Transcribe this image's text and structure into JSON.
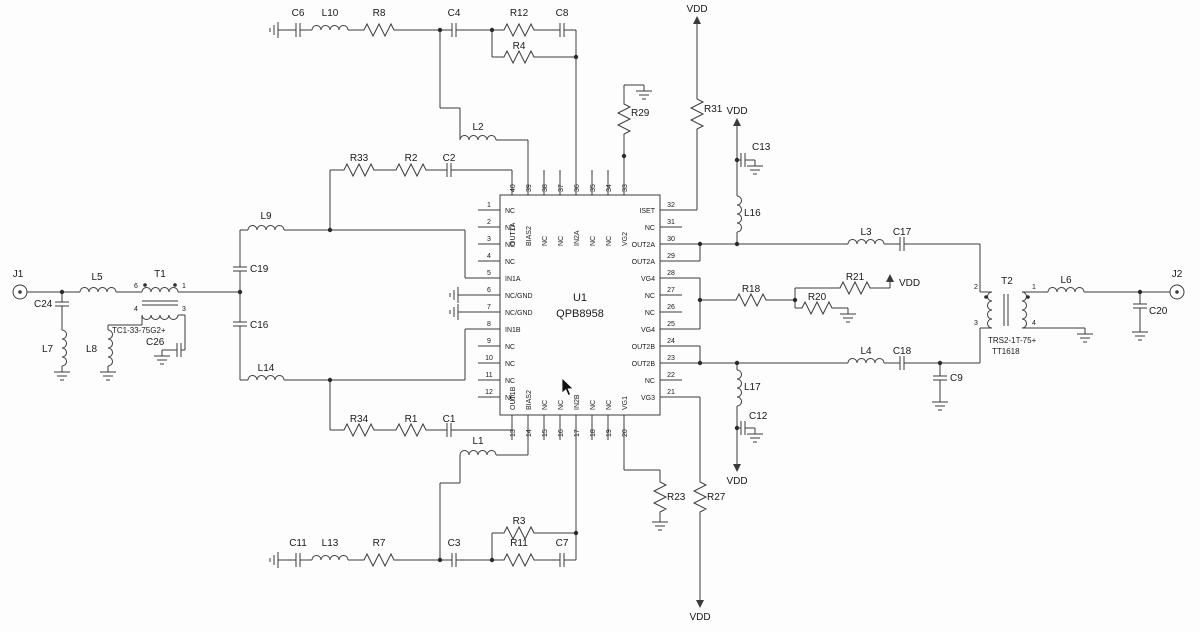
{
  "schematic": {
    "chip": {
      "ref": "U1",
      "part": "QPB8958",
      "left_pins": [
        {
          "num": "1",
          "label": "NC"
        },
        {
          "num": "2",
          "label": "NC"
        },
        {
          "num": "3",
          "label": "NC"
        },
        {
          "num": "4",
          "label": "NC"
        },
        {
          "num": "5",
          "label": "IN1A"
        },
        {
          "num": "6",
          "label": "NC/GND"
        },
        {
          "num": "7",
          "label": "NC/GND"
        },
        {
          "num": "8",
          "label": "IN1B"
        },
        {
          "num": "9",
          "label": "NC"
        },
        {
          "num": "10",
          "label": "NC"
        },
        {
          "num": "11",
          "label": "NC"
        },
        {
          "num": "12",
          "label": "NC"
        }
      ],
      "top_pins": [
        {
          "num": "40",
          "label": "OUT1A"
        },
        {
          "num": "39",
          "label": "BIAS2"
        },
        {
          "num": "38",
          "label": "NC"
        },
        {
          "num": "37",
          "label": "NC"
        },
        {
          "num": "36",
          "label": "IN2A"
        },
        {
          "num": "35",
          "label": "NC"
        },
        {
          "num": "34",
          "label": "NC"
        },
        {
          "num": "33",
          "label": "VG2"
        }
      ],
      "right_pins": [
        {
          "num": "32",
          "label": "ISET"
        },
        {
          "num": "31",
          "label": "NC"
        },
        {
          "num": "30",
          "label": "OUT2A"
        },
        {
          "num": "29",
          "label": "OUT2A"
        },
        {
          "num": "28",
          "label": "VG4"
        },
        {
          "num": "27",
          "label": "NC"
        },
        {
          "num": "26",
          "label": "NC"
        },
        {
          "num": "25",
          "label": "VG4"
        },
        {
          "num": "24",
          "label": "OUT2B"
        },
        {
          "num": "23",
          "label": "OUT2B"
        },
        {
          "num": "22",
          "label": "NC"
        },
        {
          "num": "21",
          "label": "VG3"
        }
      ],
      "bottom_pins": [
        {
          "num": "13",
          "label": "OUT1B"
        },
        {
          "num": "14",
          "label": "BIAS2"
        },
        {
          "num": "15",
          "label": "NC"
        },
        {
          "num": "16",
          "label": "NC"
        },
        {
          "num": "17",
          "label": "IN2B"
        },
        {
          "num": "18",
          "label": "NC"
        },
        {
          "num": "19",
          "label": "NC"
        },
        {
          "num": "20",
          "label": "VG1"
        }
      ]
    },
    "components": {
      "c6": "C6",
      "l10": "L10",
      "r8": "R8",
      "c4": "C4",
      "r12": "R12",
      "c8": "C8",
      "r4": "R4",
      "l2": "L2",
      "r33": "R33",
      "r2": "R2",
      "c2": "C2",
      "l9": "L9",
      "c19": "C19",
      "c16": "C16",
      "l14": "L14",
      "r34": "R34",
      "r1": "R1",
      "c1": "C1",
      "l1": "L1",
      "r3": "R3",
      "c11": "C11",
      "l13": "L13",
      "r7": "R7",
      "c3": "C3",
      "r11": "R11",
      "c7": "C7",
      "l5": "L5",
      "c24": "C24",
      "l7": "L7",
      "l8": "L8",
      "c26": "C26",
      "r29": "R29",
      "r31": "R31",
      "c13": "C13",
      "l16": "L16",
      "l3": "L3",
      "c17": "C17",
      "r18": "R18",
      "r20": "R20",
      "r21": "R21",
      "l4": "L4",
      "c18": "C18",
      "c9": "C9",
      "l17": "L17",
      "c12": "C12",
      "r23": "R23",
      "r27": "R27",
      "l6": "L6",
      "c20": "C20"
    },
    "connectors": {
      "j1": "J1",
      "j2": "J2"
    },
    "transformers": {
      "t1": {
        "ref": "T1",
        "part": "TC1-33-75G2+",
        "pins": {
          "p6": "6",
          "p1": "1",
          "p4": "4",
          "p3": "3"
        }
      },
      "t2": {
        "ref": "T2",
        "part": "TRS2-1T-75+",
        "part2": "TT1618",
        "pins": {
          "p2": "2",
          "p1": "1",
          "p3": "3",
          "p4": "4"
        }
      }
    },
    "power": {
      "vdd": "VDD"
    }
  }
}
